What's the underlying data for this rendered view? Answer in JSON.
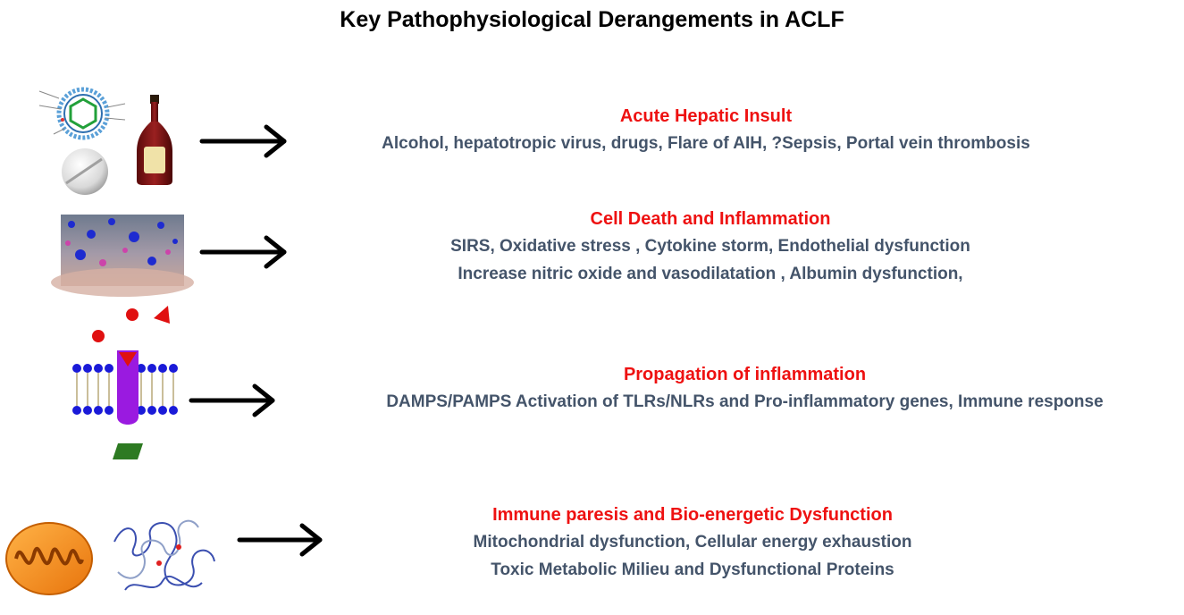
{
  "title": "Key Pathophysiological Derangements in ACLF",
  "colors": {
    "heading": "#ee1111",
    "body_text": "#44546a",
    "arrow": "#000000"
  },
  "rows": [
    {
      "heading": "Acute Hepatic Insult",
      "lines": [
        "Alcohol, hepatotropic virus, drugs, Flare of AIH, ?Sepsis, Portal vein thrombosis"
      ],
      "icons": [
        "virus-icon",
        "pill-icon",
        "alcohol-bottle-icon"
      ]
    },
    {
      "heading": "Cell Death and Inflammation",
      "lines": [
        "SIRS, Oxidative stress , Cytokine storm, Endothelial dysfunction",
        "Increase nitric oxide and vasodilatation , Albumin dysfunction,"
      ],
      "icons": [
        "cell-surface-icon"
      ]
    },
    {
      "heading": "Propagation of inflammation",
      "lines": [
        "DAMPS/PAMPS Activation of  TLRs/NLRs and Pro-inflammatory genes, Immune response"
      ],
      "icons": [
        "membrane-receptor-icon"
      ]
    },
    {
      "heading": "Immune paresis and Bio-energetic Dysfunction",
      "lines": [
        "Mitochondrial dysfunction, Cellular energy exhaustion",
        "Toxic Metabolic Milieu and Dysfunctional Proteins"
      ],
      "icons": [
        "mitochondria-icon",
        "protein-structure-icon"
      ]
    }
  ]
}
